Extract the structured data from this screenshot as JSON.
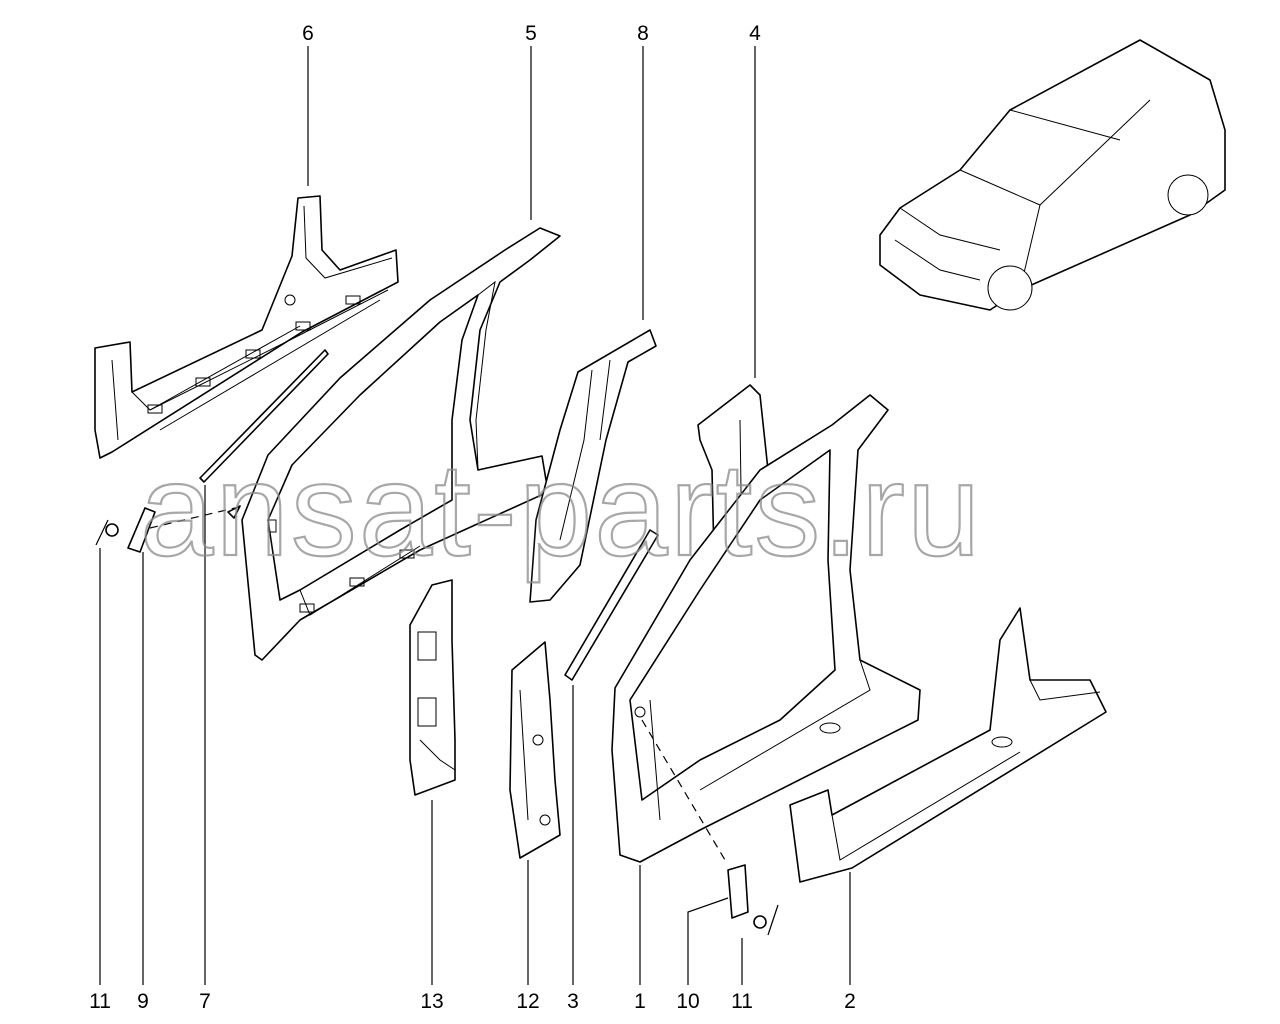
{
  "diagram": {
    "watermark": "ansat-parts.ru",
    "callouts_top": [
      "6",
      "5",
      "8",
      "4"
    ],
    "callouts_bottom": [
      "11",
      "9",
      "7",
      "13",
      "12",
      "3",
      "1",
      "10",
      "11",
      "2"
    ]
  }
}
